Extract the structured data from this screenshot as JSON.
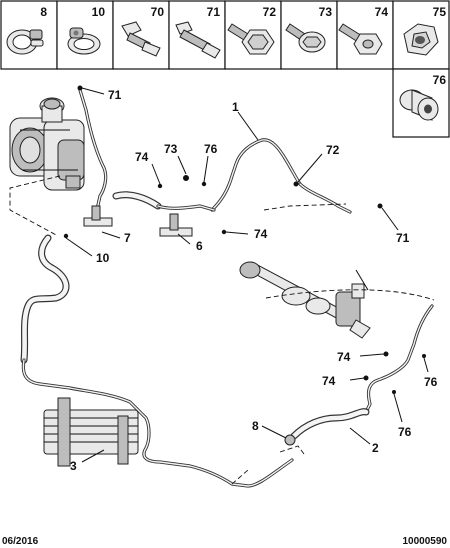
{
  "header_parts": [
    {
      "ref": "8",
      "icon": "hose-clamp-icon"
    },
    {
      "ref": "10",
      "icon": "worm-clamp-icon"
    },
    {
      "ref": "70",
      "icon": "flange-bolt-icon"
    },
    {
      "ref": "71",
      "icon": "long-bolt-icon"
    },
    {
      "ref": "72",
      "icon": "hex-bolt-icon"
    },
    {
      "ref": "73",
      "icon": "washer-bolt-icon"
    },
    {
      "ref": "74",
      "icon": "stud-bolt-icon"
    },
    {
      "ref": "75",
      "icon": "hex-nut-icon"
    }
  ],
  "side_part": {
    "ref": "76",
    "icon": "rivet-nut-icon"
  },
  "callouts": {
    "c71_top": "71",
    "c1": "1",
    "c74_a": "74",
    "c73": "73",
    "c76_a": "76",
    "c72": "72",
    "c7": "7",
    "c6": "6",
    "c74_b": "74",
    "c71_right": "71",
    "c10": "10",
    "c74_c": "74",
    "c74_d": "74",
    "c76_b": "76",
    "c76_c": "76",
    "c8": "8",
    "c2": "2",
    "c3": "3"
  },
  "footer": {
    "date": "06/2016",
    "code": "10000590"
  }
}
